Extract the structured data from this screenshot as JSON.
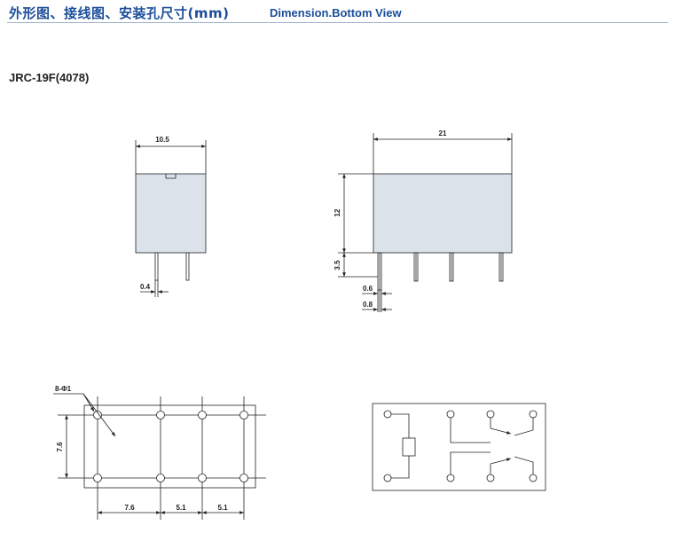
{
  "header": {
    "title_cn": "外形图、接线图、安装孔尺寸(mm)",
    "title_en": "Dimension.Bottom View"
  },
  "model": "JRC-19F(4078)",
  "dimensions": {
    "side_width": "10.5",
    "pin_width_side": "0.4",
    "front_width": "21",
    "body_height": "12",
    "pin_length": "3.5",
    "pin_thickness": "0.6",
    "pin_width_front": "0.8",
    "holes": "8-Φ1",
    "row_spacing": "7.6",
    "hole_pitch_1": "7.6",
    "hole_pitch_2": "5.1",
    "hole_pitch_3": "5.1"
  },
  "colors": {
    "title": "#1c4e9a",
    "relay_body": "#dbe2ea",
    "line": "#222222"
  }
}
